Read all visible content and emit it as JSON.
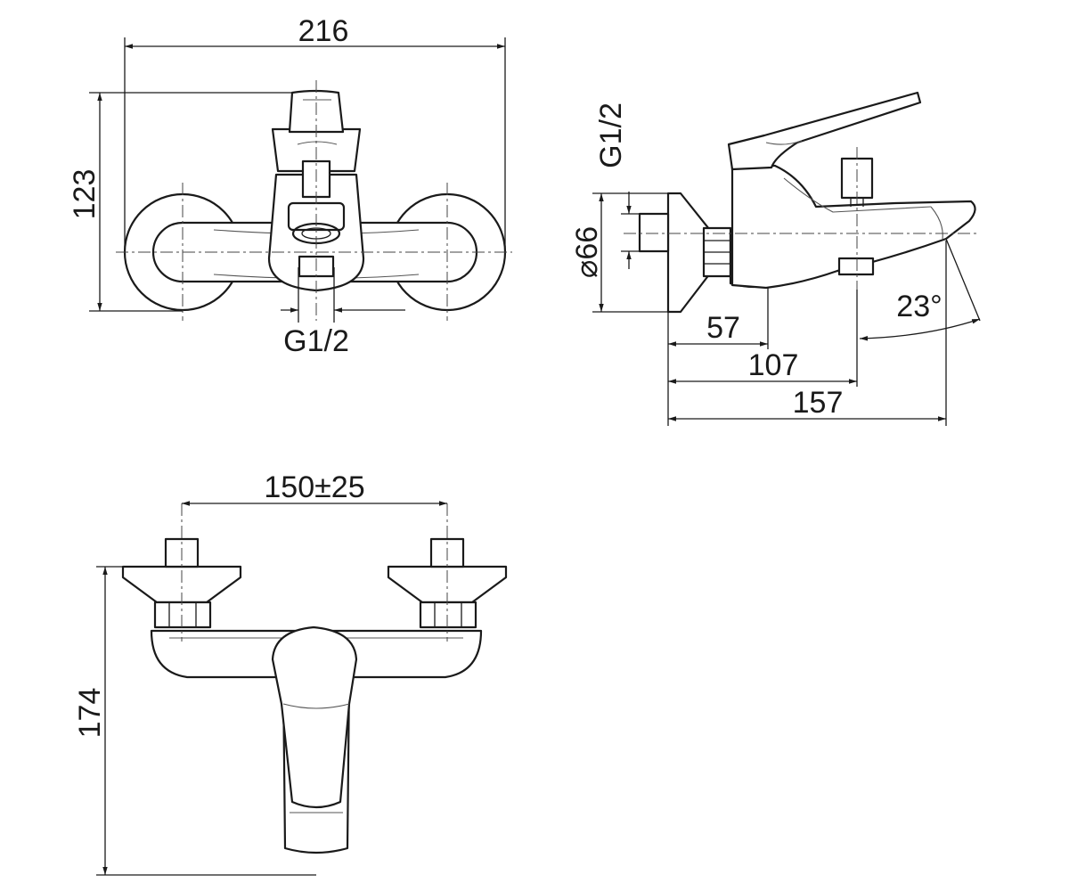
{
  "front_view": {
    "width_label": "216",
    "height_label": "123",
    "inlet_thread_label": "G1/2"
  },
  "side_view": {
    "thread_label": "G1/2",
    "diameter_label": "⌀66",
    "depth_57_label": "57",
    "depth_107_label": "107",
    "depth_157_label": "157",
    "angle_label": "23°"
  },
  "top_view": {
    "center_distance_label": "150±25",
    "depth_label": "174"
  },
  "colors": {
    "line": "#1a1a1a",
    "background": "#ffffff"
  }
}
